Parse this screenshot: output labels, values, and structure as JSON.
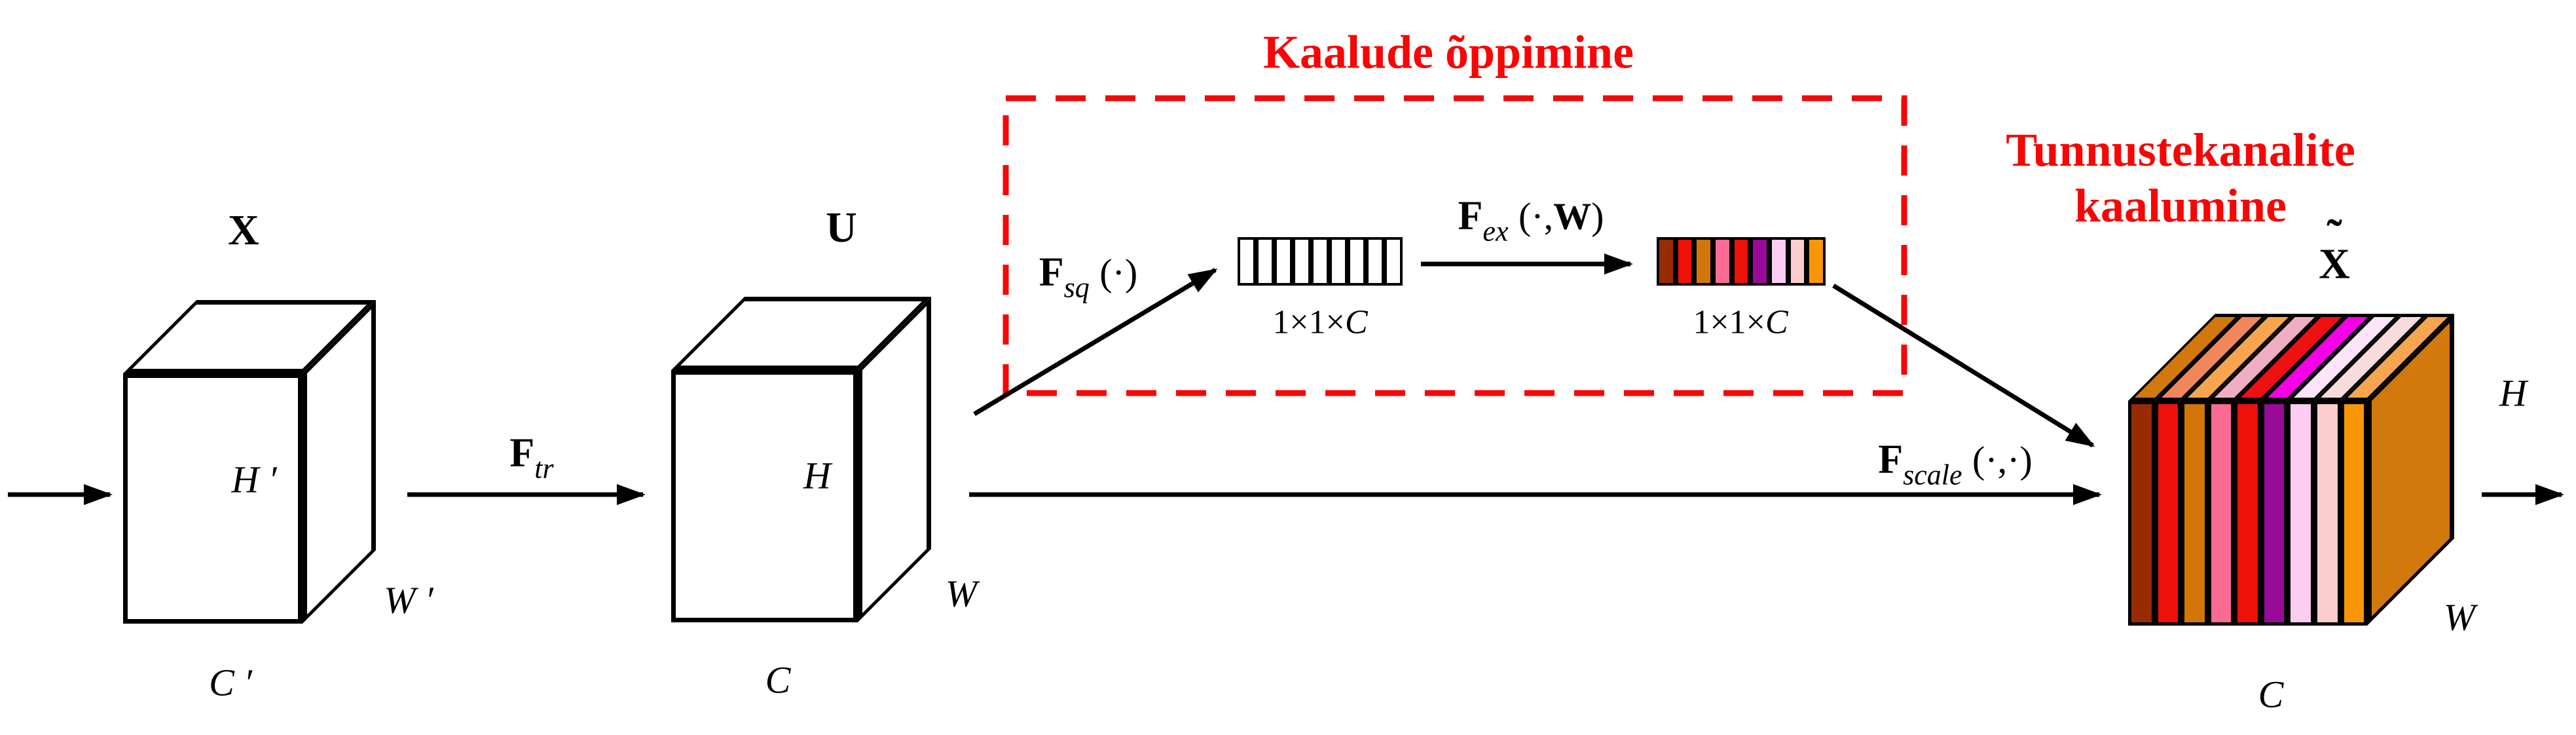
{
  "colors": {
    "accent_red": "#F80505",
    "line_black": "#000000"
  },
  "titles": {
    "weights_learning": "Kaalude õppimine",
    "channel_weighting_line1": "Tunnustekanalite",
    "channel_weighting_line2": "kaalumine"
  },
  "input_tensor": {
    "name": "X",
    "height": "H ′",
    "width": "W ′",
    "channels": "C ′"
  },
  "u_tensor": {
    "name": "U",
    "height": "H",
    "width": "W",
    "channels": "C"
  },
  "output_tensor": {
    "tilde": "˜",
    "name": "X",
    "height": "H",
    "width": "W",
    "channels": "C"
  },
  "functions": {
    "ftr": {
      "base": "F",
      "sub": "tr"
    },
    "fsq": {
      "base": "F",
      "sub": "sq",
      "args": "(·)"
    },
    "fex": {
      "base": "F",
      "sub": "ex",
      "args_pre": "(·,",
      "args_weight": "W",
      "args_post": ")"
    },
    "fscale": {
      "base": "F",
      "sub": "scale",
      "args": "(·,·)"
    }
  },
  "squeeze_vector": {
    "cell_count": 9,
    "cell_color": "#ffffff",
    "size_pre": "1×1×",
    "size_var": "C"
  },
  "excite_vector": {
    "size_pre": "1×1×",
    "size_var": "C",
    "cell_colors": [
      "#992B02",
      "#EE1108",
      "#D2760A",
      "#FB6B93",
      "#EE1108",
      "#990A99",
      "#FCCCF2",
      "#FBCDCD",
      "#F79708"
    ]
  },
  "output_cube": {
    "front_colors": [
      "#992B02",
      "#EE1108",
      "#D2760A",
      "#FB6B93",
      "#EE1108",
      "#990A99",
      "#FCCCF2",
      "#FBCDCD",
      "#F79708"
    ],
    "top_colors": [
      "#D2790E",
      "#F0875C",
      "#F7A64F",
      "#EFAEC6",
      "#EE1111",
      "#F500E6",
      "#FCE4FA",
      "#F8DCDC",
      "#F7A64F"
    ],
    "side_color": "#D2790E"
  }
}
